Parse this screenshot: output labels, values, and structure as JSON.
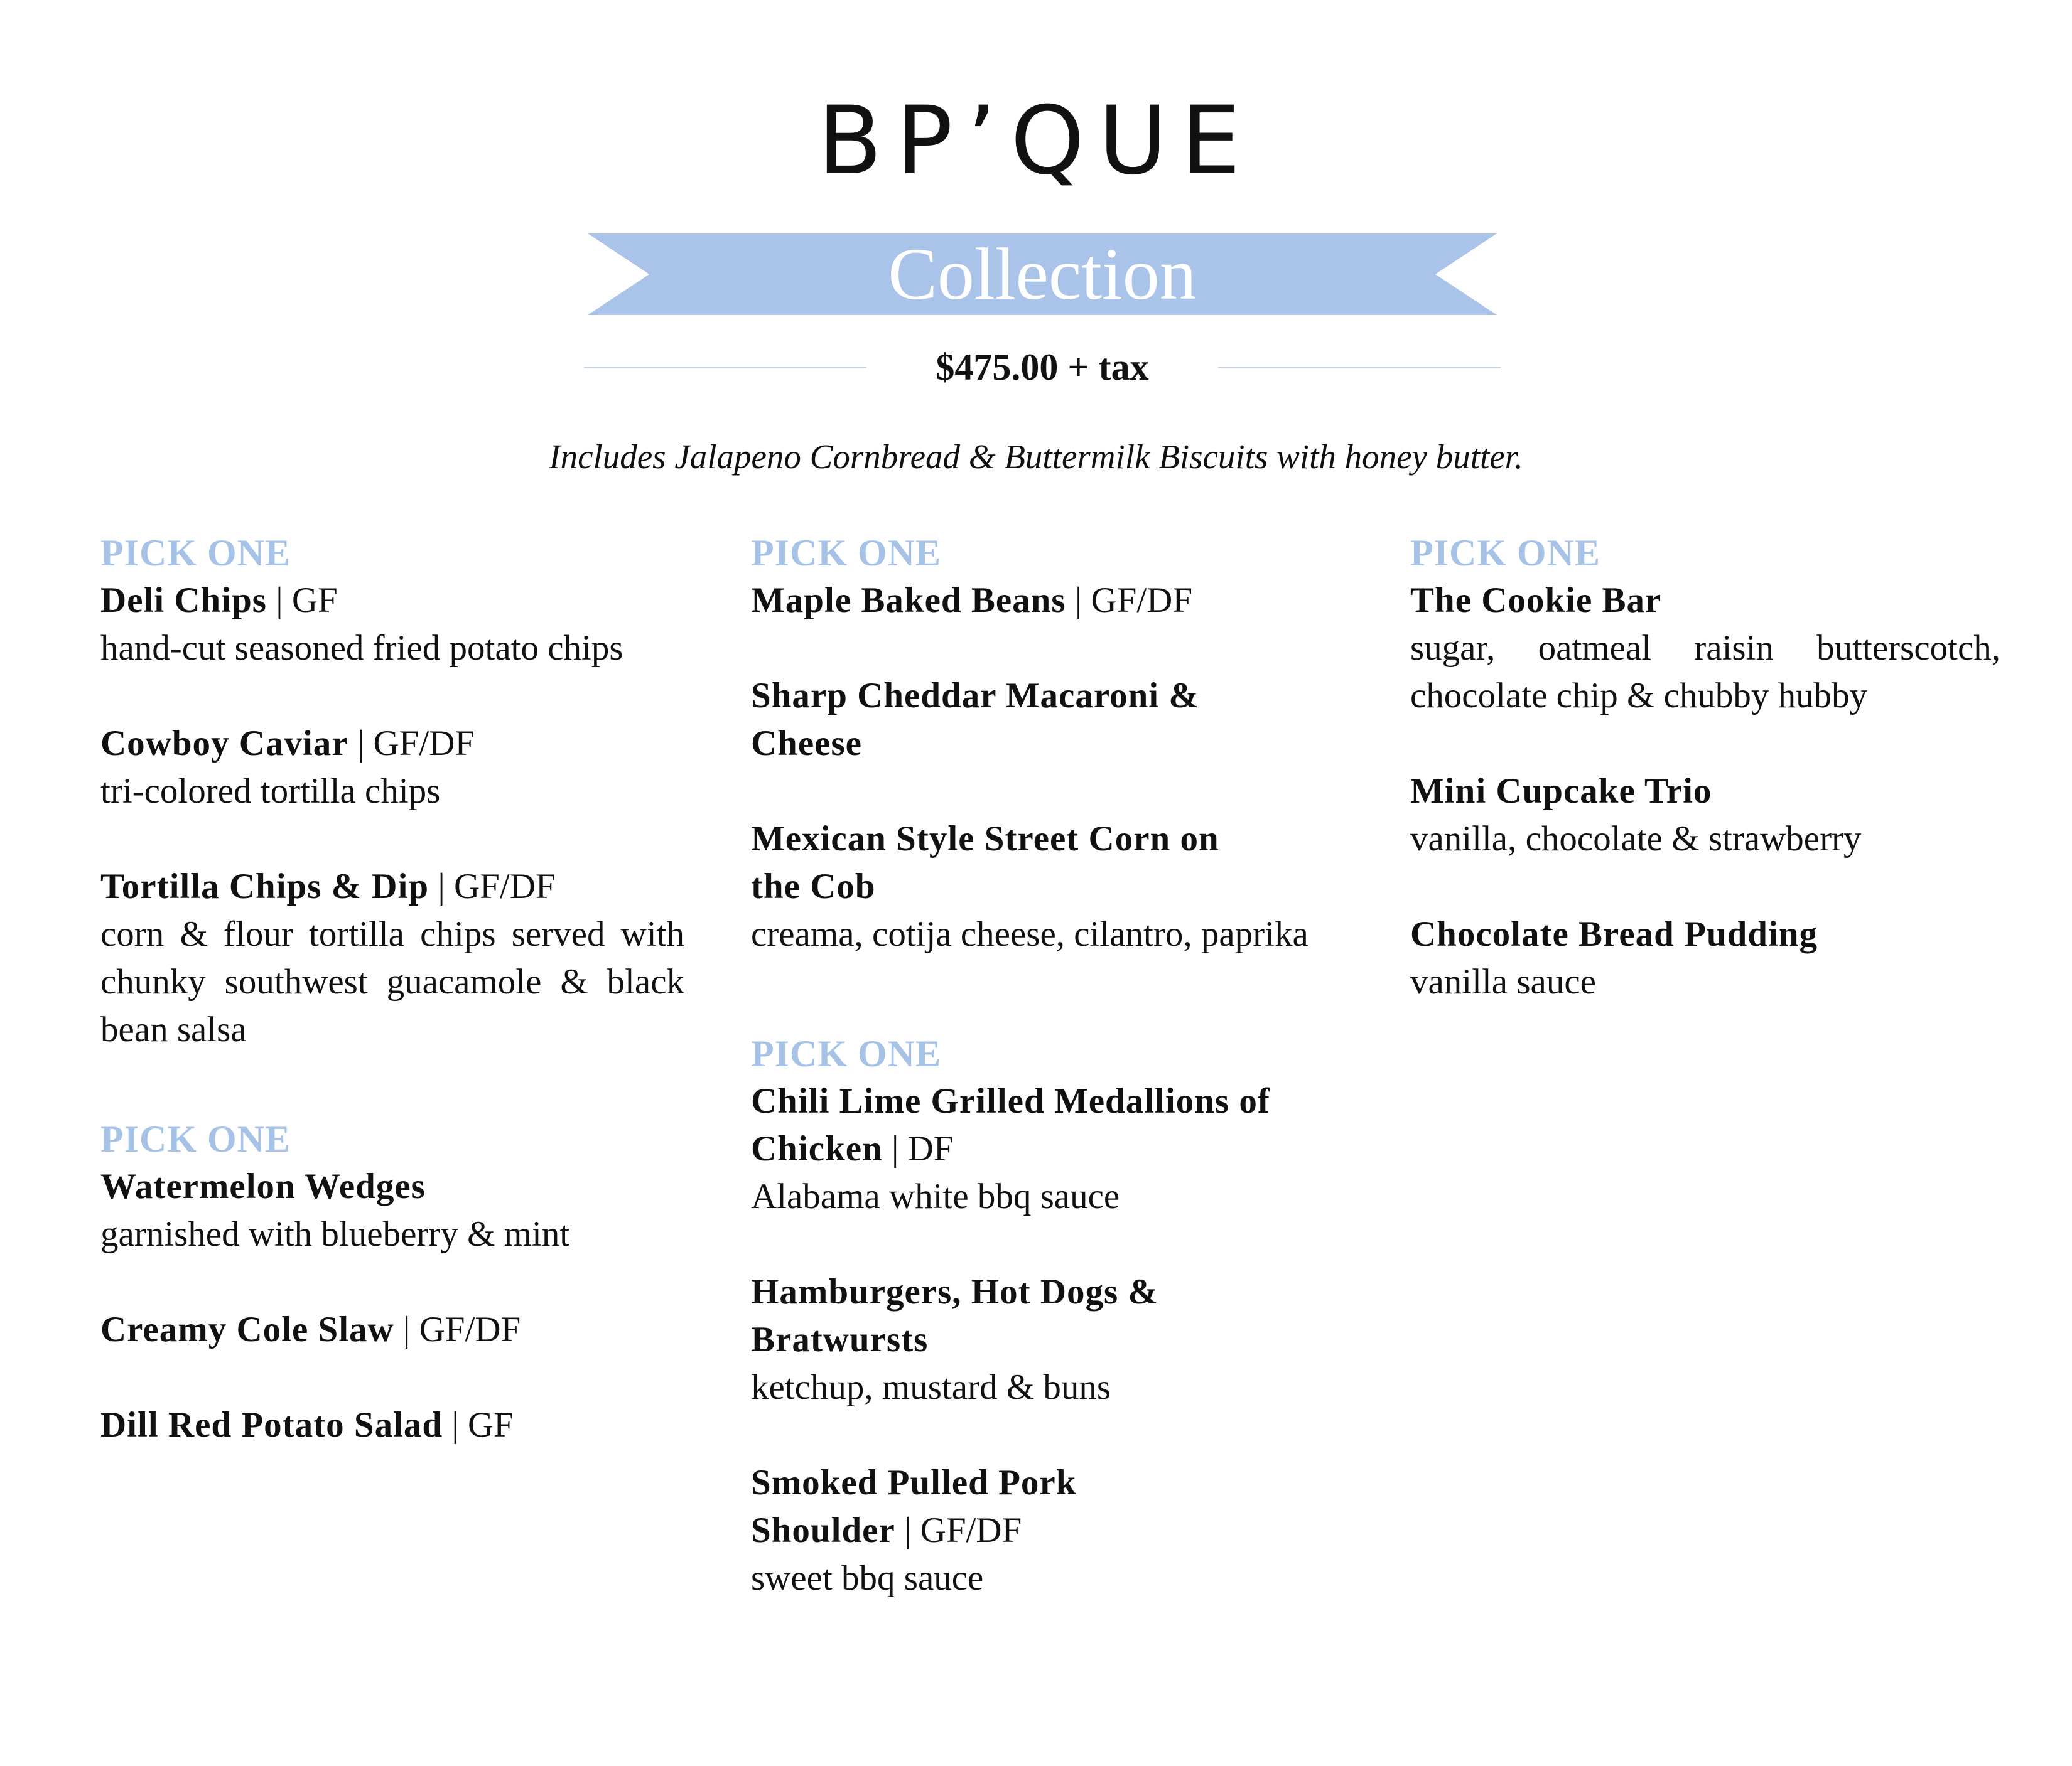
{
  "header": {
    "logo": "BP’QUE",
    "collection": "Collection",
    "price": "$475.00 + tax",
    "includes": "Includes Jalapeno Cornbread & Buttermilk Biscuits with honey butter."
  },
  "colors": {
    "accent": "#a6c2e6",
    "banner": "#a9c4e8",
    "rule": "#c6d6e8",
    "text": "#111111"
  },
  "columns": [
    {
      "sections": [
        {
          "title": "PICK ONE",
          "items": [
            {
              "name": "Deli Chips",
              "tag": " | GF",
              "desc": "hand-cut seasoned fried potato chips"
            },
            {
              "name": "Cowboy Caviar",
              "tag": " | GF/DF",
              "desc": "tri-colored tortilla chips"
            },
            {
              "name": "Tortilla Chips & Dip",
              "tag": " | GF/DF",
              "desc": "corn & flour tortilla chips served with chunky southwest guacamole & black bean salsa"
            }
          ]
        },
        {
          "title": "PICK ONE",
          "items": [
            {
              "name": "Watermelon Wedges",
              "tag": "",
              "desc": "garnished with blueberry & mint"
            },
            {
              "name": "Creamy Cole Slaw",
              "tag": " | GF/DF",
              "desc": ""
            },
            {
              "name": "Dill Red Potato Salad",
              "tag": " | GF",
              "desc": ""
            }
          ]
        }
      ]
    },
    {
      "sections": [
        {
          "title": "PICK ONE",
          "items": [
            {
              "name": "Maple Baked Beans",
              "tag": " | GF/DF",
              "desc": ""
            },
            {
              "name": "Sharp Cheddar Macaroni & Cheese",
              "tag": "",
              "desc": ""
            },
            {
              "name": "Mexican Style Street Corn on the Cob",
              "tag": "",
              "desc": "creama, cotija cheese, cilantro, paprika"
            }
          ]
        },
        {
          "title": "PICK ONE",
          "items": [
            {
              "name": "Chili Lime Grilled Medallions of Chicken",
              "tag": " | DF",
              "desc": "Alabama white bbq sauce"
            },
            {
              "name": "Hamburgers, Hot Dogs & Bratwursts",
              "tag": "",
              "desc": "ketchup, mustard & buns"
            },
            {
              "name": "Smoked Pulled Pork Shoulder",
              "tag": " | GF/DF",
              "desc": "sweet bbq sauce"
            }
          ]
        }
      ]
    },
    {
      "sections": [
        {
          "title": "PICK ONE",
          "items": [
            {
              "name": "The Cookie Bar",
              "tag": "",
              "desc": "sugar, oatmeal raisin butterscotch, chocolate chip & chubby hubby"
            },
            {
              "name": "Mini Cupcake Trio",
              "tag": "",
              "desc": "vanilla, chocolate & strawberry"
            },
            {
              "name": "Chocolate Bread Pudding",
              "tag": "",
              "desc": "vanilla sauce"
            }
          ]
        }
      ]
    }
  ]
}
